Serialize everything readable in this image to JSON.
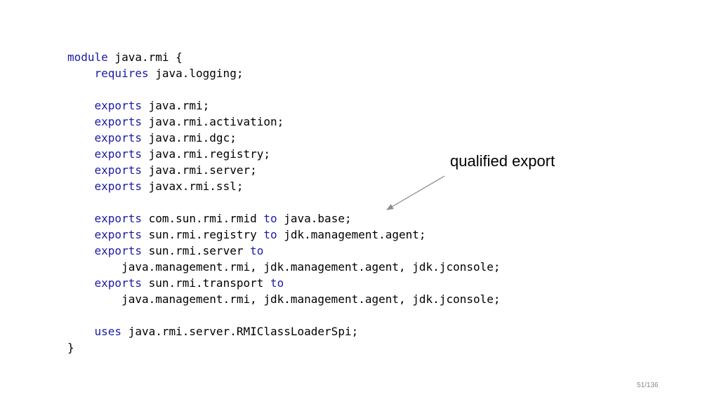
{
  "code": {
    "lines": [
      [
        {
          "t": "module",
          "kw": true
        },
        {
          "t": " java.rmi {",
          "kw": false
        }
      ],
      [
        {
          "t": "    ",
          "kw": false
        },
        {
          "t": "requires",
          "kw": true
        },
        {
          "t": " java.logging;",
          "kw": false
        }
      ],
      [],
      [
        {
          "t": "    ",
          "kw": false
        },
        {
          "t": "exports",
          "kw": true
        },
        {
          "t": " java.rmi;",
          "kw": false
        }
      ],
      [
        {
          "t": "    ",
          "kw": false
        },
        {
          "t": "exports",
          "kw": true
        },
        {
          "t": " java.rmi.activation;",
          "kw": false
        }
      ],
      [
        {
          "t": "    ",
          "kw": false
        },
        {
          "t": "exports",
          "kw": true
        },
        {
          "t": " java.rmi.dgc;",
          "kw": false
        }
      ],
      [
        {
          "t": "    ",
          "kw": false
        },
        {
          "t": "exports",
          "kw": true
        },
        {
          "t": " java.rmi.registry;",
          "kw": false
        }
      ],
      [
        {
          "t": "    ",
          "kw": false
        },
        {
          "t": "exports",
          "kw": true
        },
        {
          "t": " java.rmi.server;",
          "kw": false
        }
      ],
      [
        {
          "t": "    ",
          "kw": false
        },
        {
          "t": "exports",
          "kw": true
        },
        {
          "t": " javax.rmi.ssl;",
          "kw": false
        }
      ],
      [],
      [
        {
          "t": "    ",
          "kw": false
        },
        {
          "t": "exports",
          "kw": true
        },
        {
          "t": " com.sun.rmi.rmid ",
          "kw": false
        },
        {
          "t": "to",
          "kw": true
        },
        {
          "t": " java.base;",
          "kw": false
        }
      ],
      [
        {
          "t": "    ",
          "kw": false
        },
        {
          "t": "exports",
          "kw": true
        },
        {
          "t": " sun.rmi.registry ",
          "kw": false
        },
        {
          "t": "to",
          "kw": true
        },
        {
          "t": " jdk.management.agent;",
          "kw": false
        }
      ],
      [
        {
          "t": "    ",
          "kw": false
        },
        {
          "t": "exports",
          "kw": true
        },
        {
          "t": " sun.rmi.server ",
          "kw": false
        },
        {
          "t": "to",
          "kw": true
        }
      ],
      [
        {
          "t": "        java.management.rmi, jdk.management.agent, jdk.jconsole;",
          "kw": false
        }
      ],
      [
        {
          "t": "    ",
          "kw": false
        },
        {
          "t": "exports",
          "kw": true
        },
        {
          "t": " sun.rmi.transport ",
          "kw": false
        },
        {
          "t": "to",
          "kw": true
        }
      ],
      [
        {
          "t": "        java.management.rmi, jdk.management.agent, jdk.jconsole;",
          "kw": false
        }
      ],
      [],
      [
        {
          "t": "    ",
          "kw": false
        },
        {
          "t": "uses",
          "kw": true
        },
        {
          "t": " java.rmi.server.RMIClassLoaderSpi;",
          "kw": false
        }
      ],
      [
        {
          "t": "}",
          "kw": false
        }
      ]
    ]
  },
  "callout": {
    "text": "qualified export"
  },
  "page_number": "51/136",
  "colors": {
    "keyword": "#1a1aa6",
    "text": "#000000",
    "arrow": "#8c8c8c",
    "page_number": "#8a8a8a"
  }
}
